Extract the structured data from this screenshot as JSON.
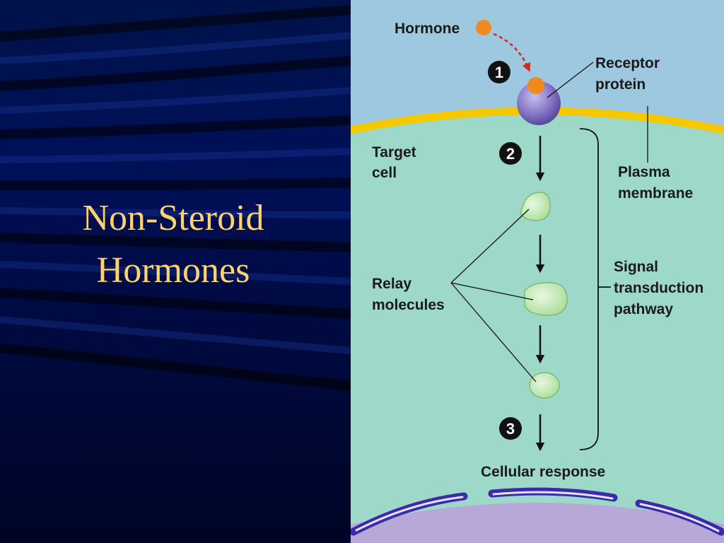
{
  "slide": {
    "title_line1": "Non-Steroid",
    "title_line2": "Hormones"
  },
  "diagram": {
    "hormone_label": "Hormone",
    "receptor_label_1": "Receptor",
    "receptor_label_2": "protein",
    "target_cell_1": "Target",
    "target_cell_2": "cell",
    "plasma_membrane_1": "Plasma",
    "plasma_membrane_2": "membrane",
    "relay_molecules_1": "Relay",
    "relay_molecules_2": "molecules",
    "signal_pathway_1": "Signal",
    "signal_pathway_2": "transduction",
    "signal_pathway_3": "pathway",
    "cellular_response": "Cellular response",
    "step_1": "1",
    "step_2": "2",
    "step_3": "3"
  },
  "colors": {
    "extracellular": "#9ec8e0",
    "cytoplasm": "#9ed8c8",
    "membrane": "#f5c800",
    "nucleus": "#b8a8d8",
    "nuclear_envelope": "#3a2ba8",
    "hormone": "#f08a1e",
    "receptor": "#8878c8",
    "relay": "#bfe8b0",
    "title": "#ffd36b",
    "background": "#000a40"
  }
}
